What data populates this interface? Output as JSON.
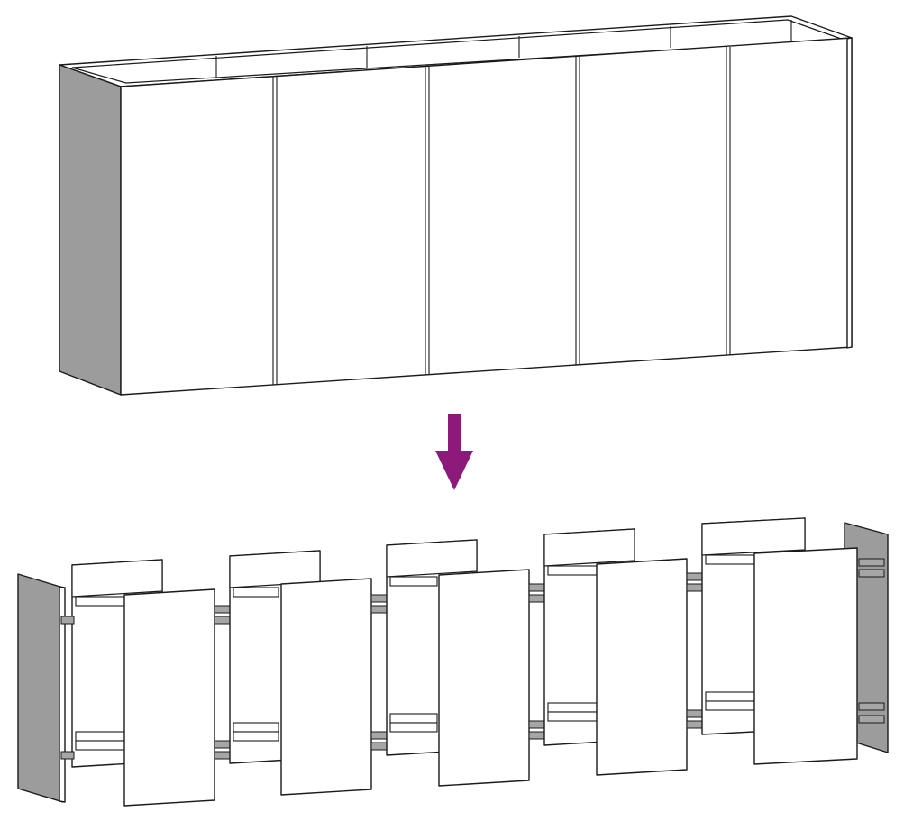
{
  "diagram": {
    "assembled_panels": 5,
    "exploded_modules": 5,
    "arrow_direction": "down",
    "colors": {
      "arrow": "#8b1a7a",
      "side_panel": "#9c9c9c",
      "line": "#1a1a1a",
      "bracket": "#a6a6a6"
    }
  }
}
